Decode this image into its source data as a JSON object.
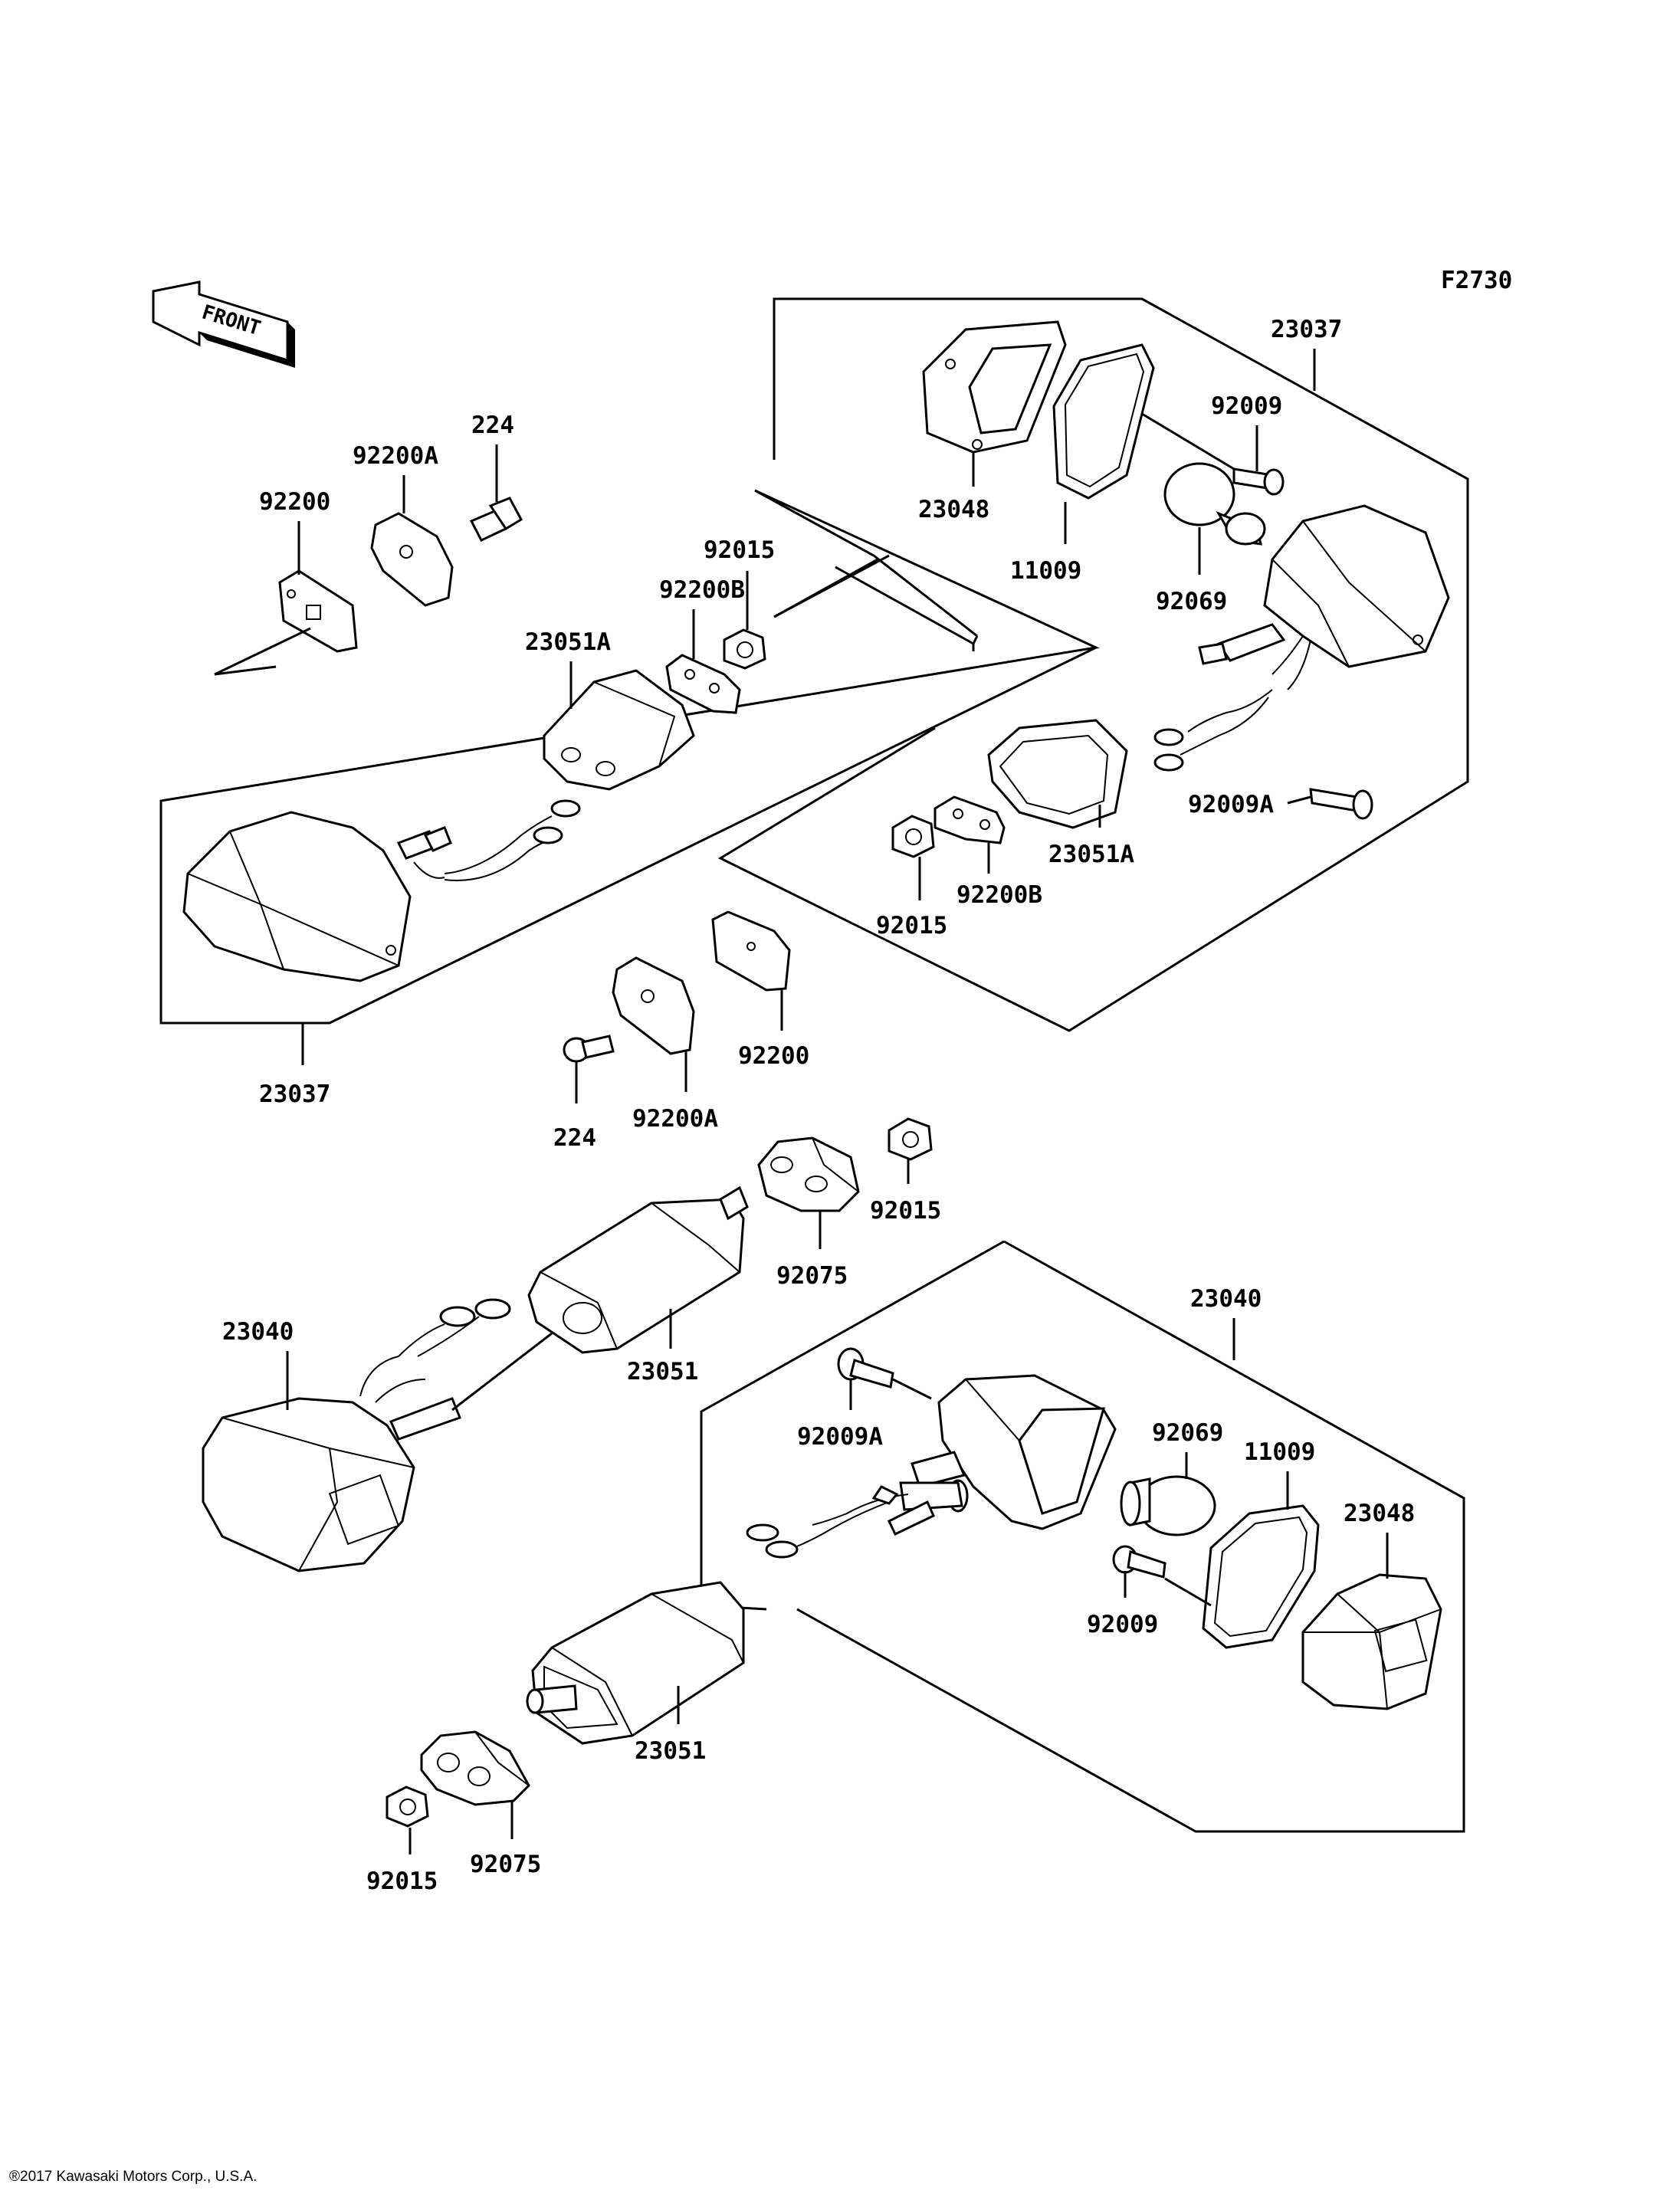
{
  "diagram_code": "F2730",
  "front_arrow_label": "FRONT",
  "copyright": "®2017 Kawasaki Motors Corp., U.S.A.",
  "callouts": {
    "c23037_top": "23037",
    "c23048_top": "23048",
    "c11009_top": "11009",
    "c92009_top": "92009",
    "c92069_top": "92069",
    "c92009A_top": "92009A",
    "c23051A_right": "23051A",
    "c92200B_right": "92200B",
    "c92015_right": "92015",
    "c224_top": "224",
    "c92200A_top": "92200A",
    "c92200_top": "92200",
    "c92015_left": "92015",
    "c92200B_left": "92200B",
    "c23051A_left": "23051A",
    "c23037_left": "23037",
    "c92200_mid": "92200",
    "c224_mid": "224",
    "c92200A_mid": "92200A",
    "c92015_mid": "92015",
    "c92075_mid": "92075",
    "c23051_mid": "23051",
    "c23040_left": "23040",
    "c23040_right": "23040",
    "c92009A_bottom": "92009A",
    "c92069_bottom": "92069",
    "c11009_bottom": "11009",
    "c23048_bottom": "23048",
    "c92009_bottom": "92009",
    "c23051_bottom": "23051",
    "c92075_bottom": "92075",
    "c92015_bottom": "92015"
  }
}
